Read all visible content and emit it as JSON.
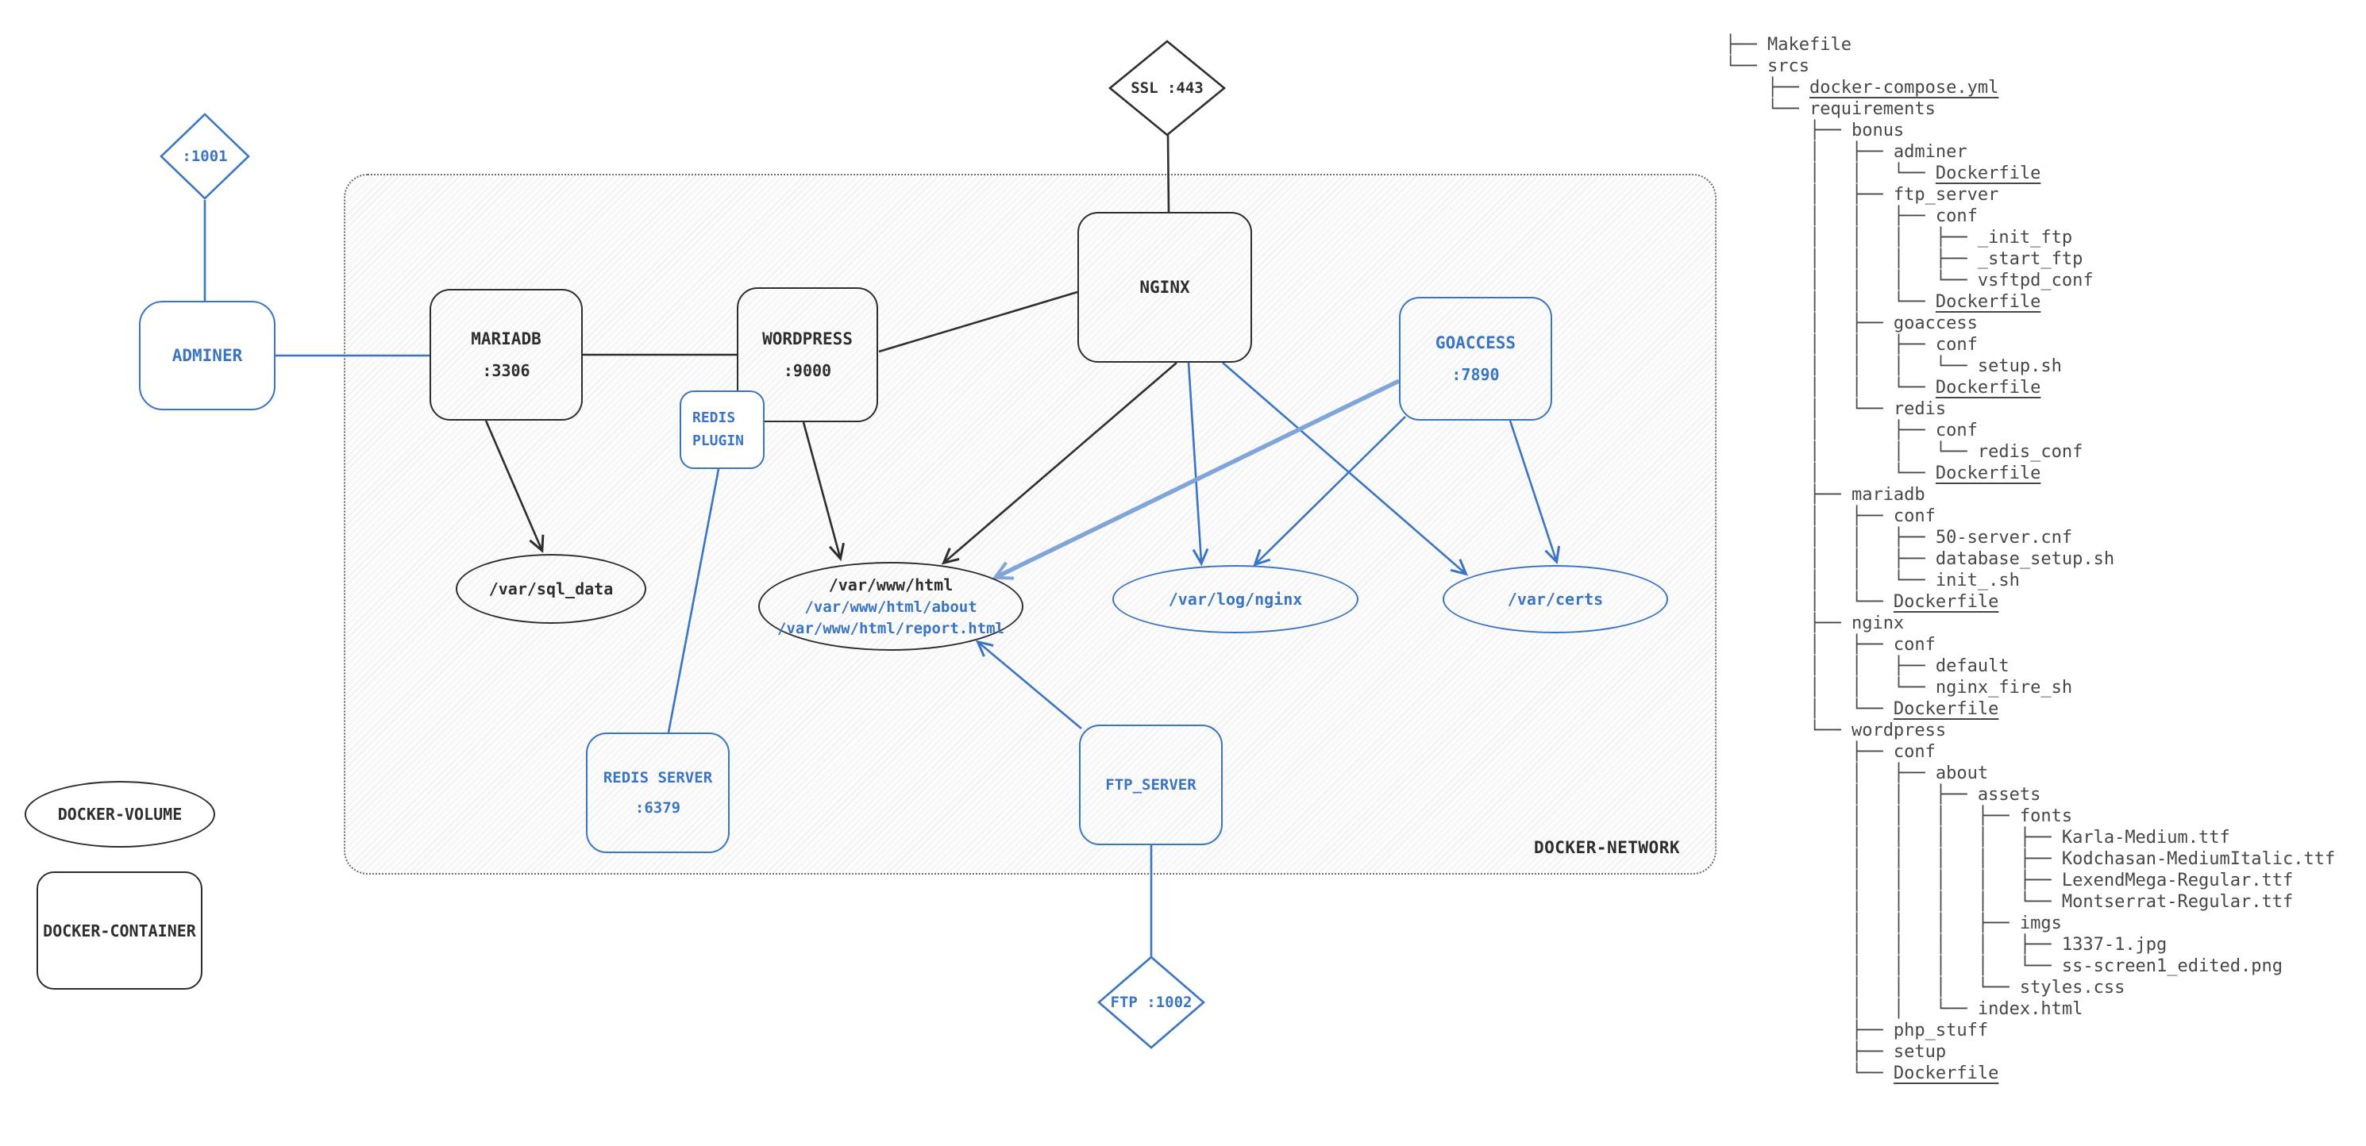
{
  "diagram": {
    "network_label": "DOCKER-NETWORK",
    "colors": {
      "blue": "#3a74c4",
      "light_blue": "#7fa5d9",
      "black": "#2e2e2e",
      "tree_text": "#474747"
    },
    "nodes": {
      "port_1001": ":1001",
      "ssl_443": "SSL :443",
      "ftp_1002": "FTP :1002",
      "adminer": {
        "name": "ADMINER"
      },
      "mariadb": {
        "name": "MARIADB",
        "port": ":3306"
      },
      "wordpress": {
        "name": "WORDPRESS",
        "port": ":9000"
      },
      "redis_plugin": {
        "line1": "REDIS",
        "line2": "PLUGIN"
      },
      "nginx": {
        "name": "NGINX"
      },
      "goaccess": {
        "name": "GOACCESS",
        "port": ":7890"
      },
      "redis_server": {
        "name": "REDIS SERVER",
        "port": ":6379"
      },
      "ftp_server": {
        "name": "FTP_SERVER"
      }
    },
    "volumes": {
      "sql_data": "/var/sql_data",
      "www_html": {
        "line1": "/var/www/html",
        "line2": "/var/www/html/about",
        "line3": "/var/www/html/report.html"
      },
      "log_nginx": "/var/log/nginx",
      "certs": "/var/certs"
    },
    "legend": {
      "volume": "DOCKER-VOLUME",
      "container": "DOCKER-CONTAINER"
    }
  },
  "file_tree": {
    "lines": [
      {
        "p": "├── ",
        "n": "Makefile",
        "u": false
      },
      {
        "p": "└── ",
        "n": "srcs",
        "u": false
      },
      {
        "p": "    ├── ",
        "n": "docker-compose.yml",
        "u": true
      },
      {
        "p": "    └── ",
        "n": "requirements",
        "u": false
      },
      {
        "p": "        ├── ",
        "n": "bonus",
        "u": false
      },
      {
        "p": "        │   ├── ",
        "n": "adminer",
        "u": false
      },
      {
        "p": "        │   │   └── ",
        "n": "Dockerfile",
        "u": true
      },
      {
        "p": "        │   ├── ",
        "n": "ftp_server",
        "u": false
      },
      {
        "p": "        │   │   ├── ",
        "n": "conf",
        "u": false
      },
      {
        "p": "        │   │   │   ├── ",
        "n": "_init_ftp",
        "u": false
      },
      {
        "p": "        │   │   │   ├── ",
        "n": "_start_ftp",
        "u": false
      },
      {
        "p": "        │   │   │   └── ",
        "n": "vsftpd_conf",
        "u": false
      },
      {
        "p": "        │   │   └── ",
        "n": "Dockerfile",
        "u": true
      },
      {
        "p": "        │   ├── ",
        "n": "goaccess",
        "u": false
      },
      {
        "p": "        │   │   ├── ",
        "n": "conf",
        "u": false
      },
      {
        "p": "        │   │   │   └── ",
        "n": "setup.sh",
        "u": false
      },
      {
        "p": "        │   │   └── ",
        "n": "Dockerfile",
        "u": true
      },
      {
        "p": "        │   └── ",
        "n": "redis",
        "u": false
      },
      {
        "p": "        │       ├── ",
        "n": "conf",
        "u": false
      },
      {
        "p": "        │       │   └── ",
        "n": "redis_conf",
        "u": false
      },
      {
        "p": "        │       └── ",
        "n": "Dockerfile",
        "u": true
      },
      {
        "p": "        ├── ",
        "n": "mariadb",
        "u": false
      },
      {
        "p": "        │   ├── ",
        "n": "conf",
        "u": false
      },
      {
        "p": "        │   │   ├── ",
        "n": "50-server.cnf",
        "u": false
      },
      {
        "p": "        │   │   ├── ",
        "n": "database_setup.sh",
        "u": false
      },
      {
        "p": "        │   │   └── ",
        "n": "init_.sh",
        "u": false
      },
      {
        "p": "        │   └── ",
        "n": "Dockerfile",
        "u": true
      },
      {
        "p": "        ├── ",
        "n": "nginx",
        "u": false
      },
      {
        "p": "        │   ├── ",
        "n": "conf",
        "u": false
      },
      {
        "p": "        │   │   ├── ",
        "n": "default",
        "u": false
      },
      {
        "p": "        │   │   └── ",
        "n": "nginx_fire_sh",
        "u": false
      },
      {
        "p": "        │   └── ",
        "n": "Dockerfile",
        "u": true
      },
      {
        "p": "        └── ",
        "n": "wordpress",
        "u": false
      },
      {
        "p": "            ├── ",
        "n": "conf",
        "u": false
      },
      {
        "p": "            │   ├── ",
        "n": "about",
        "u": false
      },
      {
        "p": "            │   │   ├── ",
        "n": "assets",
        "u": false
      },
      {
        "p": "            │   │   │   ├── ",
        "n": "fonts",
        "u": false
      },
      {
        "p": "            │   │   │   │   ├── ",
        "n": "Karla-Medium.ttf",
        "u": false
      },
      {
        "p": "            │   │   │   │   ├── ",
        "n": "Kodchasan-MediumItalic.ttf",
        "u": false
      },
      {
        "p": "            │   │   │   │   ├── ",
        "n": "LexendMega-Regular.ttf",
        "u": false
      },
      {
        "p": "            │   │   │   │   └── ",
        "n": "Montserrat-Regular.ttf",
        "u": false
      },
      {
        "p": "            │   │   │   ├── ",
        "n": "imgs",
        "u": false
      },
      {
        "p": "            │   │   │   │   ├── ",
        "n": "1337-1.jpg",
        "u": false
      },
      {
        "p": "            │   │   │   │   └── ",
        "n": "ss-screen1_edited.png",
        "u": false
      },
      {
        "p": "            │   │   │   └── ",
        "n": "styles.css",
        "u": false
      },
      {
        "p": "            │   │   └── ",
        "n": "index.html",
        "u": false
      },
      {
        "p": "            ├── ",
        "n": "php_stuff",
        "u": false
      },
      {
        "p": "            ├── ",
        "n": "setup",
        "u": false
      },
      {
        "p": "            └── ",
        "n": "Dockerfile",
        "u": true
      }
    ]
  }
}
